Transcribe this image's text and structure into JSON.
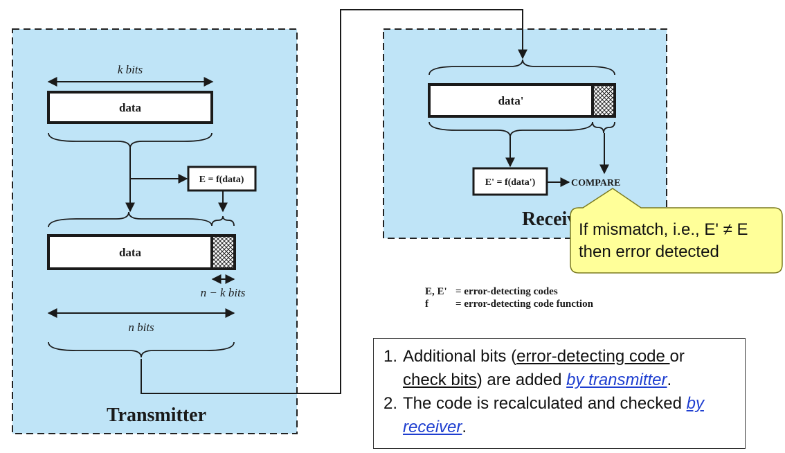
{
  "transmitter": {
    "title": "Transmitter",
    "k_bits": "k bits",
    "data_label": "data",
    "function_label": "E = f(data)",
    "data_label_2": "data",
    "n_minus_k_bits": "n − k bits",
    "n_bits": "n bits"
  },
  "receiver": {
    "title": "Receiver",
    "data_label": "data'",
    "function_label": "E' = f(data')",
    "compare_label": "COMPARE"
  },
  "callout": {
    "line1": "If mismatch, i.e., E' ≠ E",
    "line2": "then error detected"
  },
  "legend": {
    "line1_symbol": "E, E'",
    "line1_text": "= error-detecting codes",
    "line2_symbol": "f",
    "line2_text": "= error-detecting code function"
  },
  "notes": {
    "item1_num": "1.",
    "item1_a": "Additional bits (",
    "item1_u1": "error-detecting code ",
    "item1_b": "or",
    "item1_u2": "check bits",
    "item1_c": ") are added ",
    "item1_link": "by transmitter",
    "item1_d": ".",
    "item2_num": "2.",
    "item2_a": "The code is recalculated and checked ",
    "item2_link1": "by",
    "item2_link2": "receiver",
    "item2_b": "."
  },
  "colors": {
    "panel_fill": "#bfe4f7",
    "callout_fill": "#ffff99",
    "link": "#1f3fd0"
  }
}
